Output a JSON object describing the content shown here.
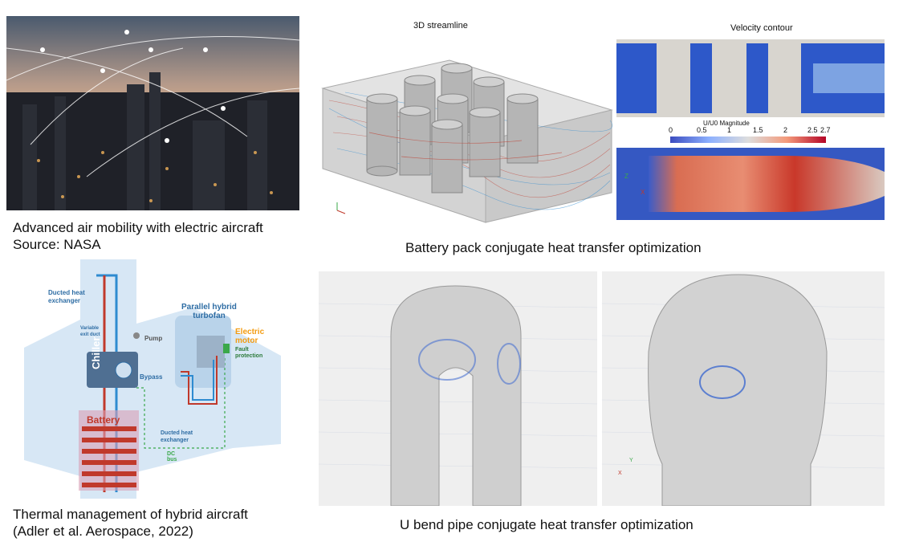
{
  "captions": {
    "city": [
      "Advanced air mobility with electric aircraft",
      "Source: NASA"
    ],
    "battery": "Battery pack conjugate heat transfer optimization",
    "thermal": [
      "Thermal management of hybrid aircraft",
      "(Adler et al.  Aerospace, 2022)"
    ],
    "ubend": "U bend pipe conjugate heat transfer optimization"
  },
  "streamline_title": "3D streamline",
  "contour_title": "Velocity contour",
  "colorbar": {
    "title": "U/U0 Magnitude",
    "ticks": [
      "0",
      "0.5",
      "1",
      "1.5",
      "2",
      "2.5",
      "2.7"
    ]
  },
  "diagram": {
    "ducted_heat_exchanger": [
      "Ducted heat",
      "exchanger"
    ],
    "variable_exit_duct": [
      "Variable",
      "exit duct"
    ],
    "pump": "Pump",
    "chiller": "Chiller",
    "bypass": "Bypass",
    "battery": "Battery",
    "parallel_hybrid": [
      "Parallel hybrid",
      "turbofan"
    ],
    "electric_motor": [
      "Electric",
      "motor"
    ],
    "fault_protection": [
      "Fault",
      "protection"
    ],
    "ducted_heat_exchanger_2": [
      "Ducted heat",
      "exchanger"
    ],
    "dc_bus": "DC bus"
  },
  "axes": {
    "z": "Z",
    "x": "X",
    "y": "Y"
  },
  "colors": {
    "hot": "#c0392b",
    "cold": "#2e8bd0",
    "blue_field": "#2346b8",
    "orange": "#f39c12",
    "green": "#3aa84a"
  }
}
